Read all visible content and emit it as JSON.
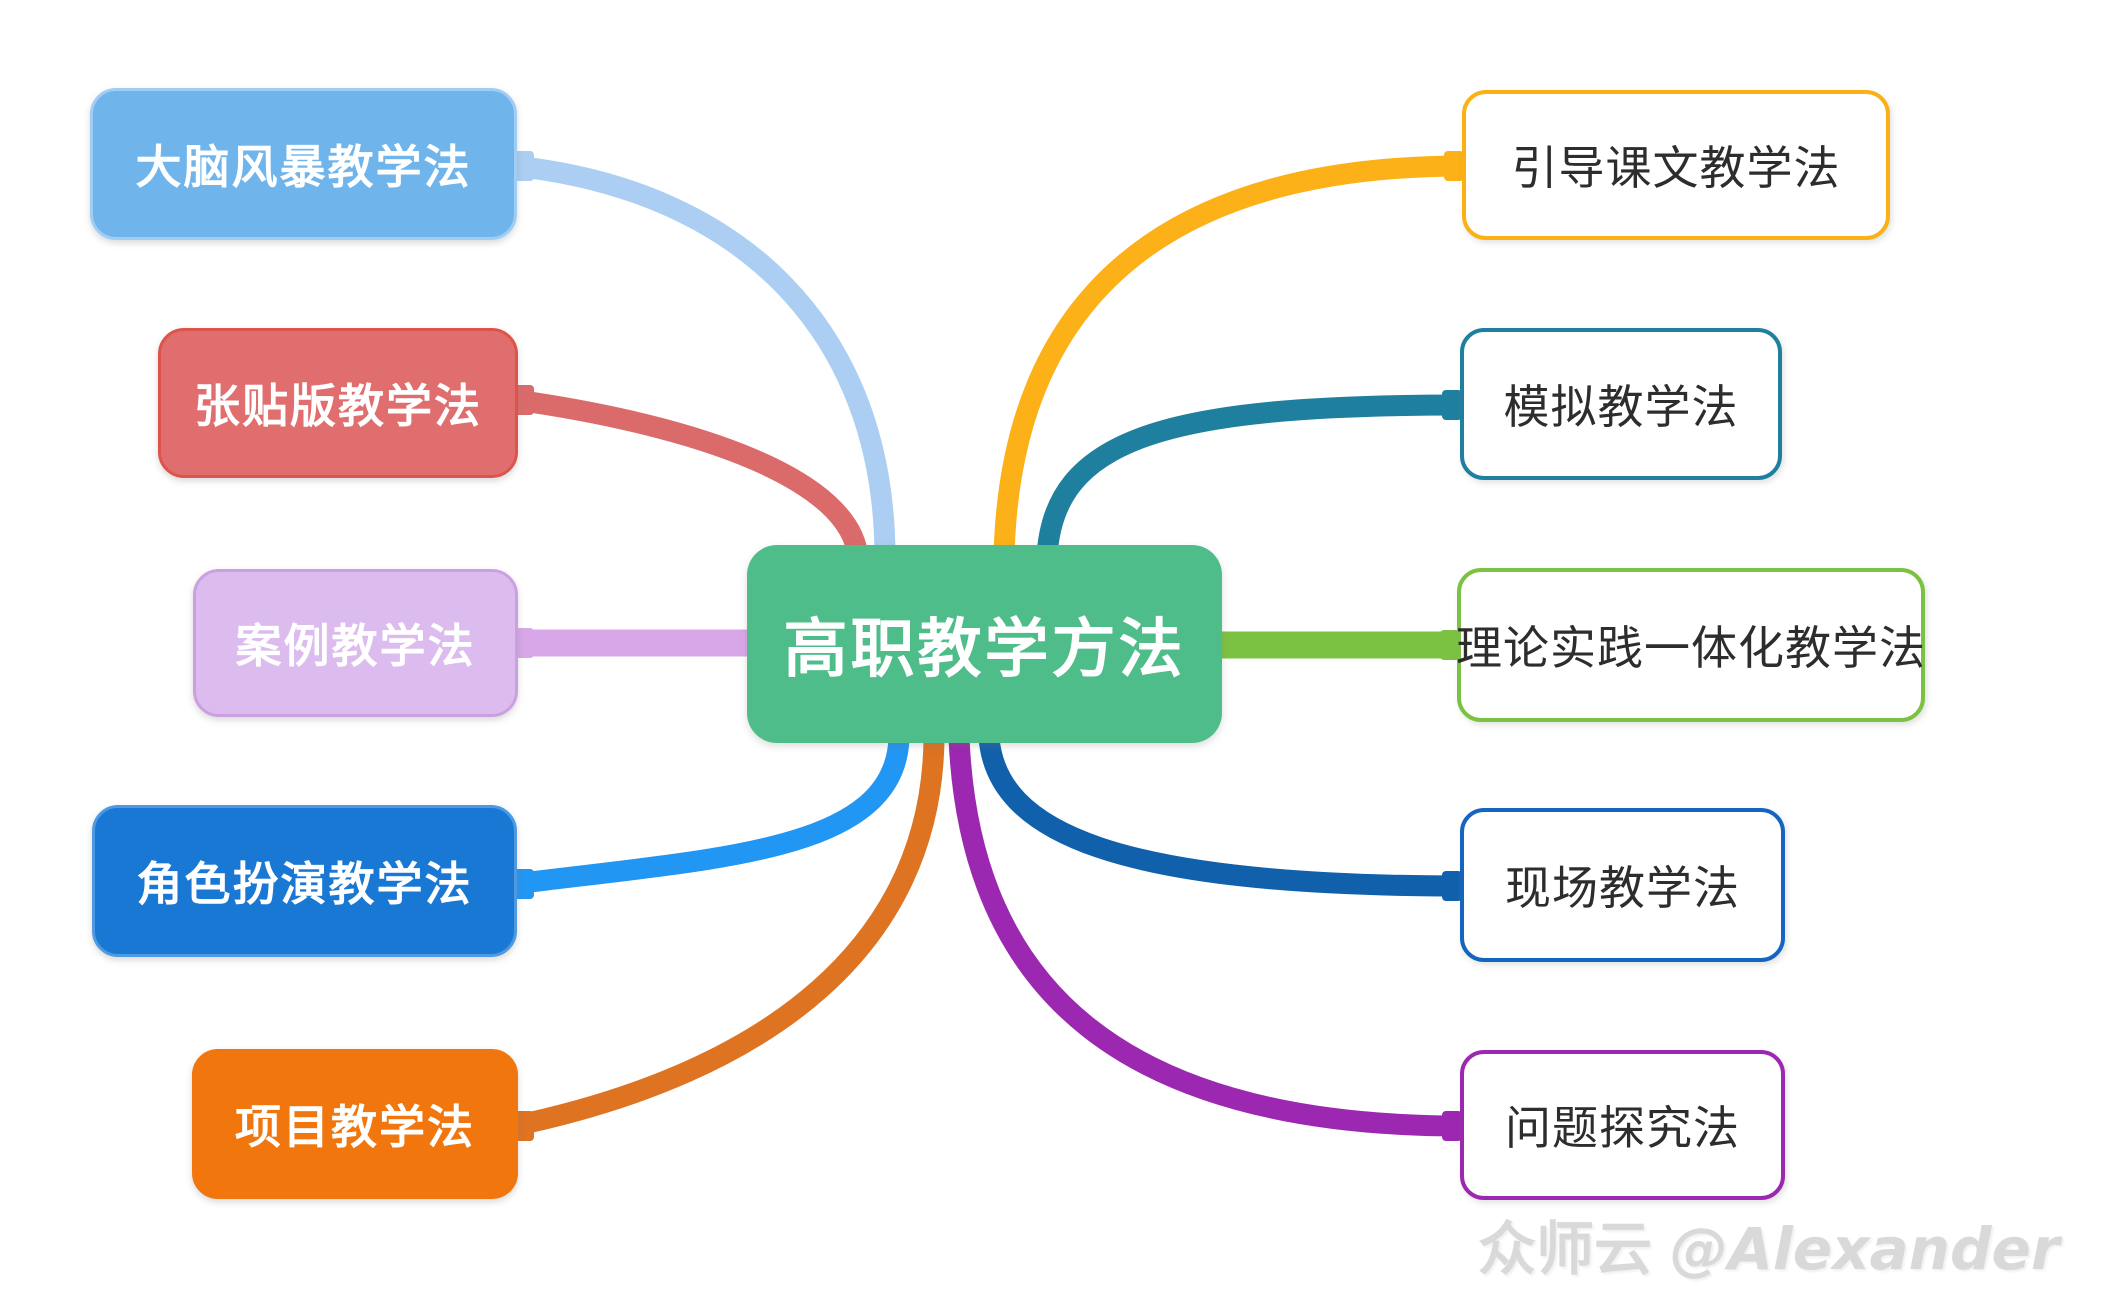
{
  "diagram": {
    "center": {
      "label": "高职教学方法",
      "fill": "#4FBD89"
    },
    "left_branches": [
      {
        "label": "大脑风暴教学法",
        "fill": "#6FB5EC",
        "border": "#9FCDF4",
        "curve": "#ABCEF2"
      },
      {
        "label": "张贴版教学法",
        "fill": "#E06E6E",
        "border": "#DD544B",
        "curve": "#DB6B6B"
      },
      {
        "label": "案例教学法",
        "fill": "#DCBCEE",
        "border": "#CBA0E2",
        "curve": "#D8A7E8"
      },
      {
        "label": "角色扮演教学法",
        "fill": "#1878D3",
        "border": "#4D9AE3",
        "curve": "#2196F3"
      },
      {
        "label": "项目教学法",
        "fill": "#F0760D",
        "border": "#F0760D",
        "curve": "#DE7321"
      }
    ],
    "right_branches": [
      {
        "label": "引导课文教学法",
        "border": "#FBB116",
        "curve": "#FBB117"
      },
      {
        "label": "模拟教学法",
        "border": "#1F7F9E",
        "curve": "#1F7F9E"
      },
      {
        "label": "理论实践一体化教学法",
        "border": "#7CC242",
        "curve": "#7CC242"
      },
      {
        "label": "现场教学法",
        "border": "#1565C0",
        "curve": "#1160AB"
      },
      {
        "label": "问题探究法",
        "border": "#9C27B0",
        "curve": "#9C27B0"
      }
    ],
    "text_color_right": "#2D2D2D",
    "watermark": {
      "brand": "众师云",
      "handle": "@Alexander",
      "color": "#D9D9D9"
    }
  }
}
